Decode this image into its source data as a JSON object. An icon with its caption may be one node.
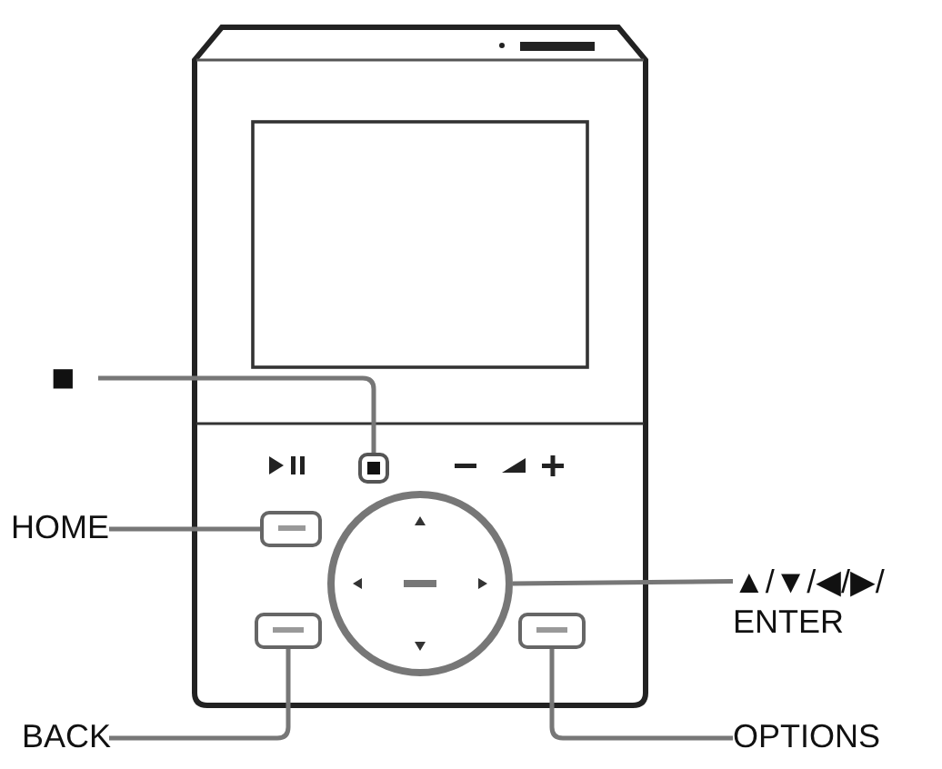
{
  "diagram": {
    "nodes": [
      {
        "text": [
          "■"
        ]
      },
      {
        "text": [],
        "shape": "box"
      },
      {
        "text": [
          "HOME"
        ]
      },
      {
        "text": [],
        "shape": "box"
      },
      {
        "text": [],
        "shape": "circle"
      },
      {
        "text": [
          "▲/▼/◀/▶/ ENTER"
        ]
      },
      {
        "text": [],
        "shape": "box"
      },
      {
        "text": [],
        "shape": "box"
      },
      {
        "text": [
          "BACK"
        ]
      },
      {
        "text": [
          "OPTIONS"
        ]
      }
    ],
    "edges": [
      {
        "from": 0,
        "to": 1,
        "arrow": "none"
      },
      {
        "from": 2,
        "to": 3,
        "arrow": "none"
      },
      {
        "from": 5,
        "to": 4,
        "arrow": "none"
      },
      {
        "from": 8,
        "to": 6,
        "arrow": "none"
      },
      {
        "from": 9,
        "to": 7,
        "arrow": "none"
      }
    ]
  }
}
